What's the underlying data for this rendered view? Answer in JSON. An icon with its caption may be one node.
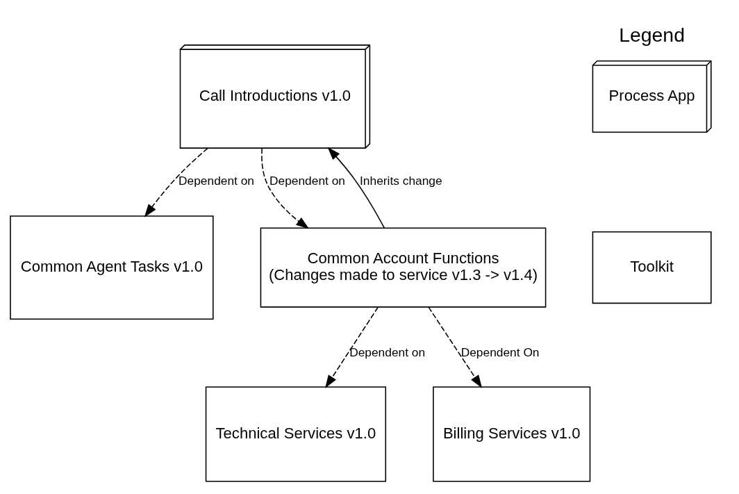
{
  "diagram": {
    "nodes": [
      {
        "text": [
          "Call Introductions v1.0"
        ]
      },
      {
        "text": [
          "Common Agent Tasks v1.0"
        ]
      },
      {
        "text": [
          "Common Account Functions",
          "(Changes made to service v1.3 -> v1.4)"
        ]
      },
      {
        "text": [
          "Technical Services v1.0"
        ]
      },
      {
        "text": [
          "Billing Services v1.0"
        ]
      }
    ],
    "edges": [
      {
        "from": 0,
        "to": 1,
        "arrow": "to",
        "label": "Dependent on",
        "style": "dashed"
      },
      {
        "from": 0,
        "to": 2,
        "arrow": "to",
        "label": "Dependent on",
        "style": "dashed"
      },
      {
        "from": 2,
        "to": 0,
        "arrow": "to",
        "label": "Inherits change"
      },
      {
        "from": 2,
        "to": 3,
        "arrow": "to",
        "label": "Dependent on",
        "style": "dashed"
      },
      {
        "from": 2,
        "to": 4,
        "arrow": "to",
        "label": "Dependent On",
        "style": "dashed"
      }
    ],
    "labels": [
      "Legend"
    ],
    "legend": [
      {
        "text": "Process App"
      },
      {
        "text": "Toolkit"
      }
    ]
  }
}
